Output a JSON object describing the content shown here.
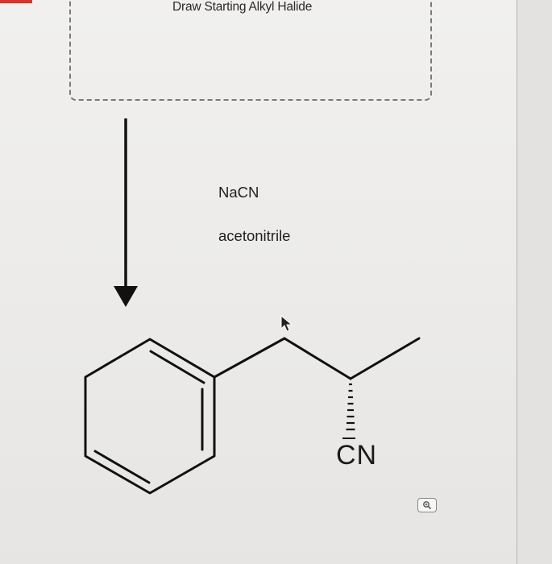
{
  "drop_box": {
    "label": "Draw Starting Alkyl Halide"
  },
  "reaction": {
    "reagent": "NaCN",
    "solvent": "acetonitrile"
  },
  "product": {
    "functional_group_label": "CN"
  },
  "icons": {
    "zoom": "zoom-in-icon",
    "cursor": "mouse-pointer-icon"
  },
  "colors": {
    "accent_edge": "#d9342b",
    "ink": "#1a1a1a"
  }
}
